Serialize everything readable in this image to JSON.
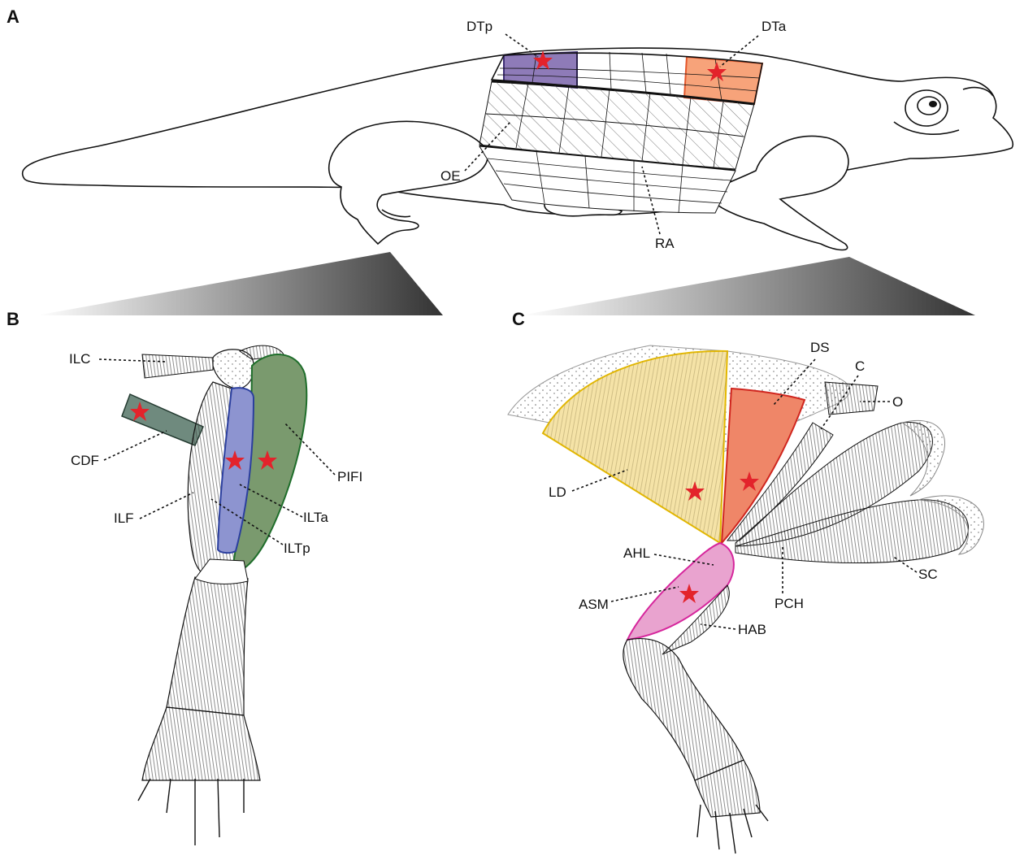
{
  "panels": {
    "a": "A",
    "b": "B",
    "c": "C"
  },
  "labels_a": {
    "dtp": "DTp",
    "dta": "DTa",
    "oe": "OE",
    "ra": "RA"
  },
  "labels_b": {
    "ilc": "ILC",
    "cdf": "CDF",
    "ilf": "ILF",
    "pifi": "PIFI",
    "ilta": "ILTa",
    "iltp": "ILTp"
  },
  "labels_c": {
    "ds": "DS",
    "c": "C",
    "o": "O",
    "ld": "LD",
    "ahl": "AHL",
    "asm": "ASM",
    "hab": "HAB",
    "pch": "PCH",
    "sc": "SC"
  },
  "colors": {
    "purple_dtp": "#8e7bb8",
    "orange_dta": "#f7a37a",
    "blue_ilt": "#8d94d0",
    "green_pifi": "#7a9a6e",
    "teal_cdf": "#6f8a7e",
    "yellow_ld": "#f5e3a7",
    "red_ds": "#ef8668",
    "pink_asm": "#e9a3cf",
    "star": "#e3232b"
  }
}
